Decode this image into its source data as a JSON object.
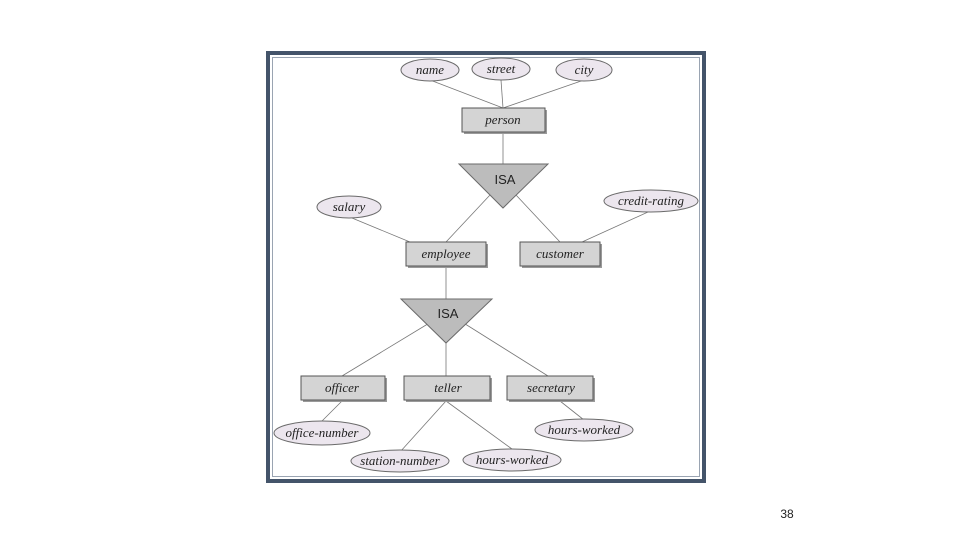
{
  "diagram": {
    "entities": {
      "person": "person",
      "employee": "employee",
      "customer": "customer",
      "officer": "officer",
      "teller": "teller",
      "secretary": "secretary"
    },
    "attributes": {
      "name": "name",
      "street": "street",
      "city": "city",
      "salary": "salary",
      "credit_rating": "credit-rating",
      "office_number": "office-number",
      "station_number": "station-number",
      "hours_worked_teller": "hours-worked",
      "hours_worked_secretary": "hours-worked"
    },
    "isa": {
      "top": "ISA",
      "bottom": "ISA"
    }
  },
  "page_number": "38"
}
